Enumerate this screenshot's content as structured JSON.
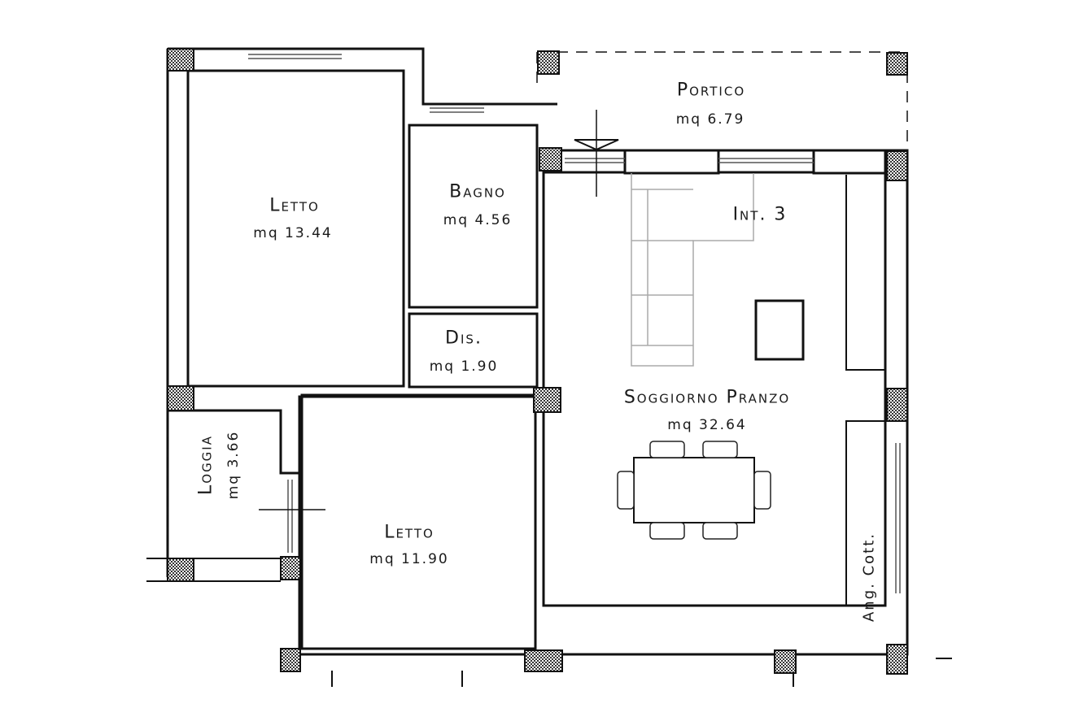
{
  "plan": {
    "unit_label": "Int. 3",
    "rooms": [
      {
        "id": "letto-1",
        "name": "Letto",
        "area": "mq 13.44"
      },
      {
        "id": "bagno",
        "name": "Bagno",
        "area": "mq 4.56"
      },
      {
        "id": "dis",
        "name": "Dis.",
        "area": "mq 1.90"
      },
      {
        "id": "portico",
        "name": "Portico",
        "area": "mq 6.79"
      },
      {
        "id": "soggiorno",
        "name": "Soggiorno Pranzo",
        "area": "mq 32.64"
      },
      {
        "id": "letto-2",
        "name": "Letto",
        "area": "mq 11.90"
      },
      {
        "id": "loggia",
        "name": "Loggia",
        "area": "mq 3.66"
      },
      {
        "id": "angolo-cottura",
        "name": "Ang. Cott.",
        "area": ""
      }
    ]
  }
}
